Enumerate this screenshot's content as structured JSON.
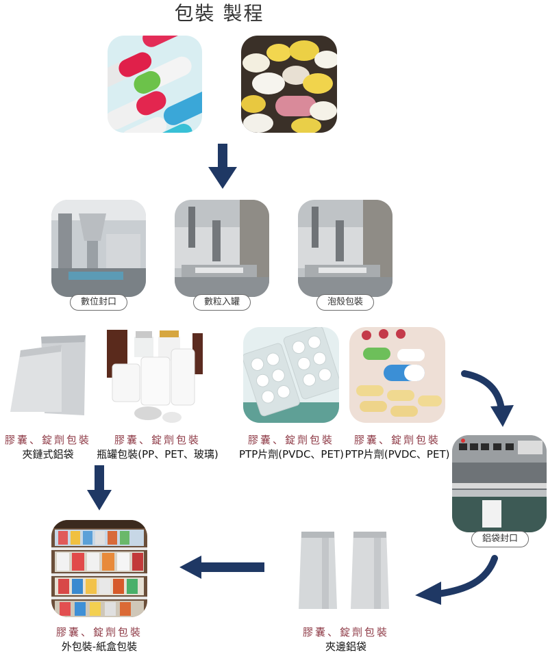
{
  "title": "包裝 製程",
  "machine_labels": {
    "digital_seal": "數位封口",
    "count_fill": "數粒入罐",
    "blister": "泡殼包裝",
    "foil_seal": "鋁袋封口"
  },
  "captions": {
    "zip_bag": {
      "category": "膠囊、錠劑包裝",
      "type": "夾鏈式鋁袋"
    },
    "bottle": {
      "category": "膠囊、錠劑包裝",
      "type": "瓶罐包裝(PP、PET、玻璃)"
    },
    "ptp_white": {
      "category": "膠囊、錠劑包裝",
      "type": "PTP片劑(PVDC、PET)"
    },
    "ptp_color": {
      "category": "膠囊、錠劑包裝",
      "type": "PTP片劑(PVDC、PET)"
    },
    "carton": {
      "category": "膠囊、錠劑包裝",
      "type": "外包裝-紙盒包裝"
    },
    "side_seal": {
      "category": "膠囊、錠劑包裝",
      "type": "夾邊鋁袋"
    }
  },
  "colors": {
    "arrow": "#1f3864",
    "category_text": "#8e3a46"
  }
}
